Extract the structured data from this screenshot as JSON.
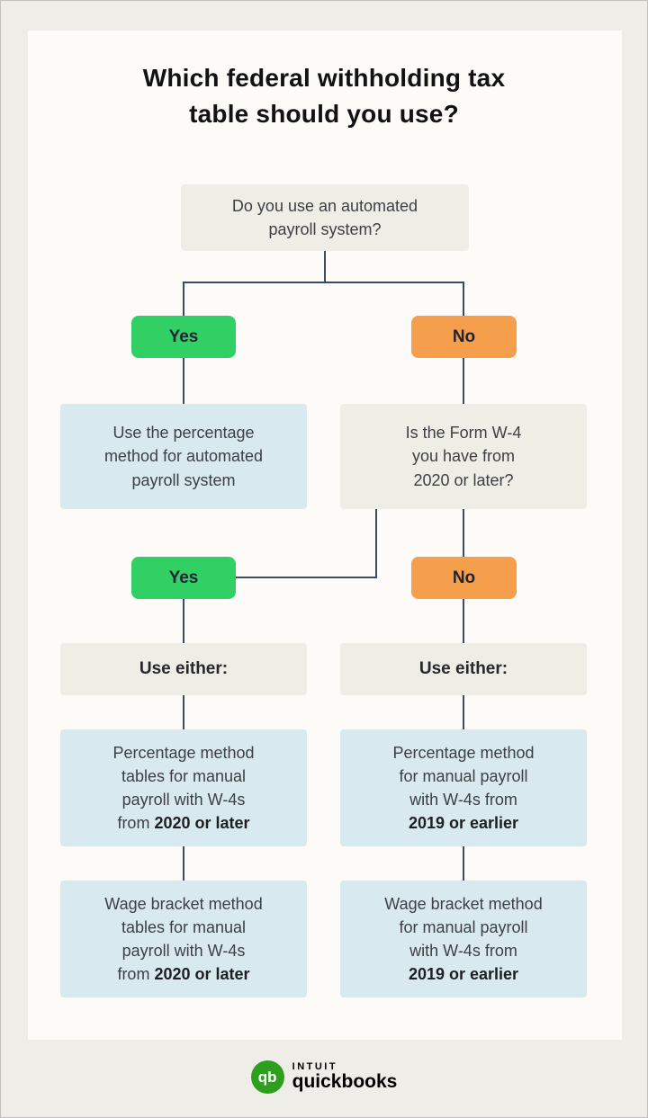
{
  "title": "Which federal withholding tax\ntable should you use?",
  "flow": {
    "root_question": "Do you use an automated\npayroll system?",
    "yes1": "Yes",
    "no1": "No",
    "automated_result": "Use the percentage\nmethod for automated\npayroll system",
    "w4_question": "Is the Form W-4\nyou have from\n2020 or later?",
    "yes2": "Yes",
    "no2": "No",
    "use_either_left": "Use either:",
    "use_either_right": "Use either:",
    "left_option1_pre": "Percentage method\ntables for manual\npayroll with W-4s\nfrom ",
    "left_option1_bold": "2020 or later",
    "left_option2_pre": "Wage bracket method\ntables for manual\npayroll with W-4s\nfrom ",
    "left_option2_bold": "2020 or later",
    "right_option1_pre": "Percentage method\nfor manual payroll\nwith W-4s from\n",
    "right_option1_bold": "2019 or earlier",
    "right_option2_pre": "Wage bracket method\nfor manual payroll\nwith W-4s from\n",
    "right_option2_bold": "2019 or earlier"
  },
  "footer": {
    "logo_monogram": "qb",
    "brand_top": "INTUIT",
    "brand_bottom": "quickbooks"
  },
  "colors": {
    "yes_green": "#31d065",
    "no_orange": "#f59e4b",
    "info_blue": "#d8eaf0",
    "neutral_gray": "#efeee6",
    "connector": "#3d4a63",
    "logo_green": "#2ca01c",
    "card_background": "#fcfbf8",
    "page_background": "#eeede7"
  }
}
